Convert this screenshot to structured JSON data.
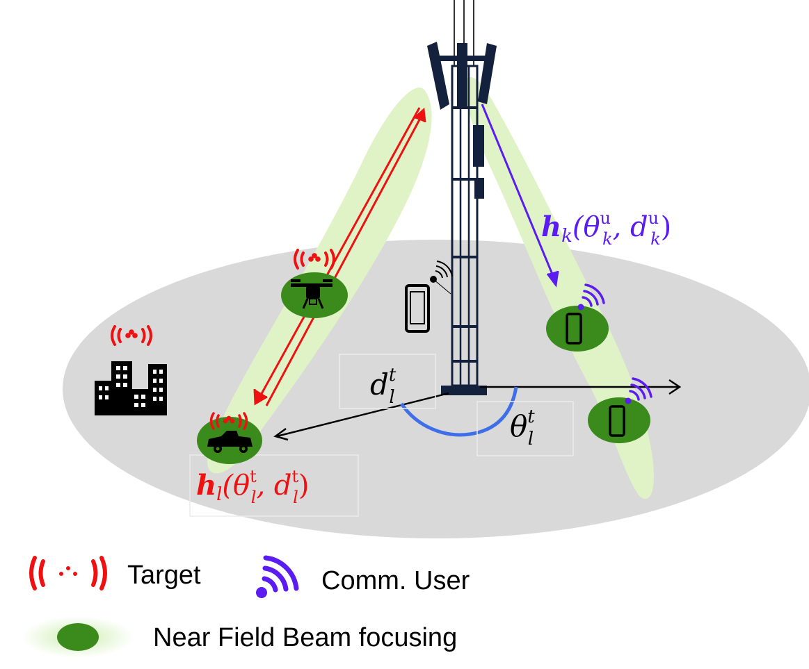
{
  "colors": {
    "target": "#ee1111",
    "comm": "#5a1cf0",
    "beam_glow": "#dff3c6",
    "beam_spot": "#3b8a1c",
    "ground": "#d9d9d9",
    "angle_arc": "#3f6fe8",
    "tower": "#14213d"
  },
  "labels": {
    "comm_channel": {
      "main": "h",
      "sub1": "k",
      "open": "(θ",
      "sup_theta": "u",
      "sub_theta": "k",
      "comma_d": ", d",
      "sup_d": "u",
      "sub_d": "k",
      "close": ")"
    },
    "target_channel": {
      "main": "h",
      "sub1": "l",
      "open": "(θ",
      "sup_theta": "t",
      "sub_theta": "l",
      "comma_d": ", d",
      "sup_d": "t",
      "sub_d": "l",
      "close": ")"
    },
    "distance": {
      "base": "d",
      "sup": "t",
      "sub": "l"
    },
    "angle": {
      "base": "θ",
      "sup": "t",
      "sub": "l"
    }
  },
  "legend": {
    "target": {
      "icon": "target-signal-icon",
      "label": "Target"
    },
    "comm_user": {
      "icon": "comm-wifi-icon",
      "label": "Comm. User"
    },
    "beam": {
      "icon": "beam-focus-icon",
      "label": "Near Field Beam focusing"
    }
  },
  "icons": [
    "base-station-tower-icon",
    "drone-icon",
    "car-icon",
    "building-icon",
    "smartphone-icon",
    "target-signal-icon",
    "comm-wifi-icon"
  ]
}
